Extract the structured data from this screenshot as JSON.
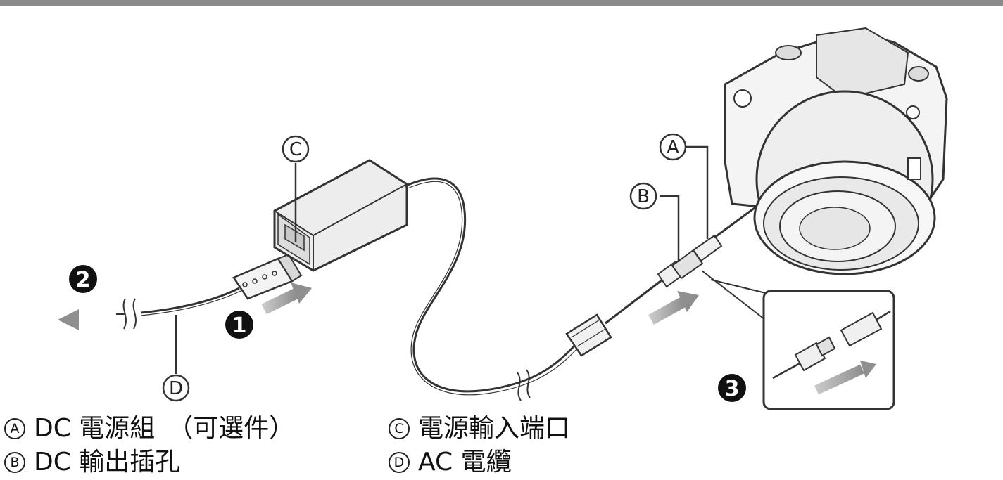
{
  "callouts": {
    "a": "A",
    "b": "B",
    "c": "C",
    "d": "D"
  },
  "steps": [
    "1",
    "2",
    "3"
  ],
  "legend": {
    "a": {
      "mark": "A",
      "text": "DC 電源組　（可選件）"
    },
    "b": {
      "mark": "B",
      "text": "DC 輸出插孔"
    },
    "c": {
      "mark": "C",
      "text": "電源輸入端口"
    },
    "d": {
      "mark": "D",
      "text": "AC 電纜"
    }
  },
  "colors": {
    "line": "#333333",
    "arrow": "#9a9a9a",
    "body": "#e6e6e6",
    "topbar": "#8a8a8a"
  }
}
